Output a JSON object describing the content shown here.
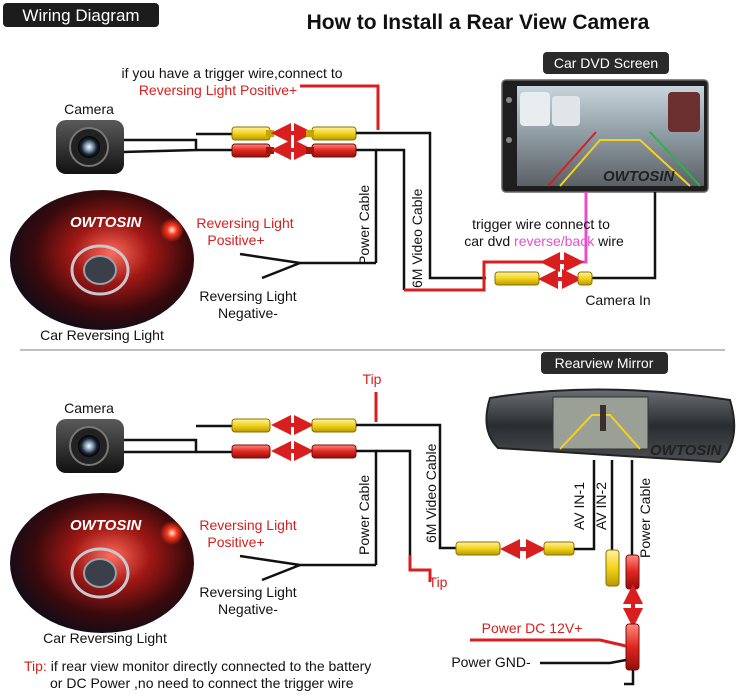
{
  "badge": "Wiring Diagram",
  "title": "How to Install a Rear View Camera",
  "brand_logo": "OWTOSIN",
  "colors": {
    "wire": "#111111",
    "red": "#d81e1e",
    "magenta": "#e64fc8",
    "yellow_plug": "#f2d21b",
    "red_plug": "#e0261f",
    "label_bg": "#2a2a2a"
  },
  "top": {
    "trigger_note_1": "if you have a trigger wire,connect to",
    "trigger_note_2": "Reversing Light Positive+",
    "camera_label": "Camera",
    "dvd_label": "Car DVD Screen",
    "power_cable": "Power Cable",
    "video_cable": "6M Video Cable",
    "rev_pos_1": "Reversing Light",
    "rev_pos_2": "Positive+",
    "rev_neg_1": "Reversing Light",
    "rev_neg_2": "Negative-",
    "light_caption": "Car Reversing Light",
    "trigger_dvd_1": "trigger wire connect to",
    "trigger_dvd_2a": "car dvd ",
    "trigger_dvd_2b": "reverse/back",
    "trigger_dvd_2c": " wire",
    "camera_in": "Camera In"
  },
  "bottom": {
    "tip_top": "Tip",
    "camera_label": "Camera",
    "mirror_label": "Rearview Mirror",
    "power_cable": "Power Cable",
    "video_cable": "6M Video Cable",
    "av1": "AV IN-1",
    "av2": "AV IN-2",
    "mirror_power": "Power Cable",
    "rev_pos_1": "Reversing Light",
    "rev_pos_2": "Positive+",
    "rev_neg_1": "Reversing Light",
    "rev_neg_2": "Negative-",
    "light_caption": "Car Reversing Light",
    "tip_bottom": "Tip",
    "power_dc": "Power DC 12V+",
    "power_gnd": "Power GND-",
    "note_tip": "Tip:",
    "note_1": " if rear view monitor directly connected to the battery",
    "note_2": "or DC Power ,no need to connect the trigger wire"
  }
}
